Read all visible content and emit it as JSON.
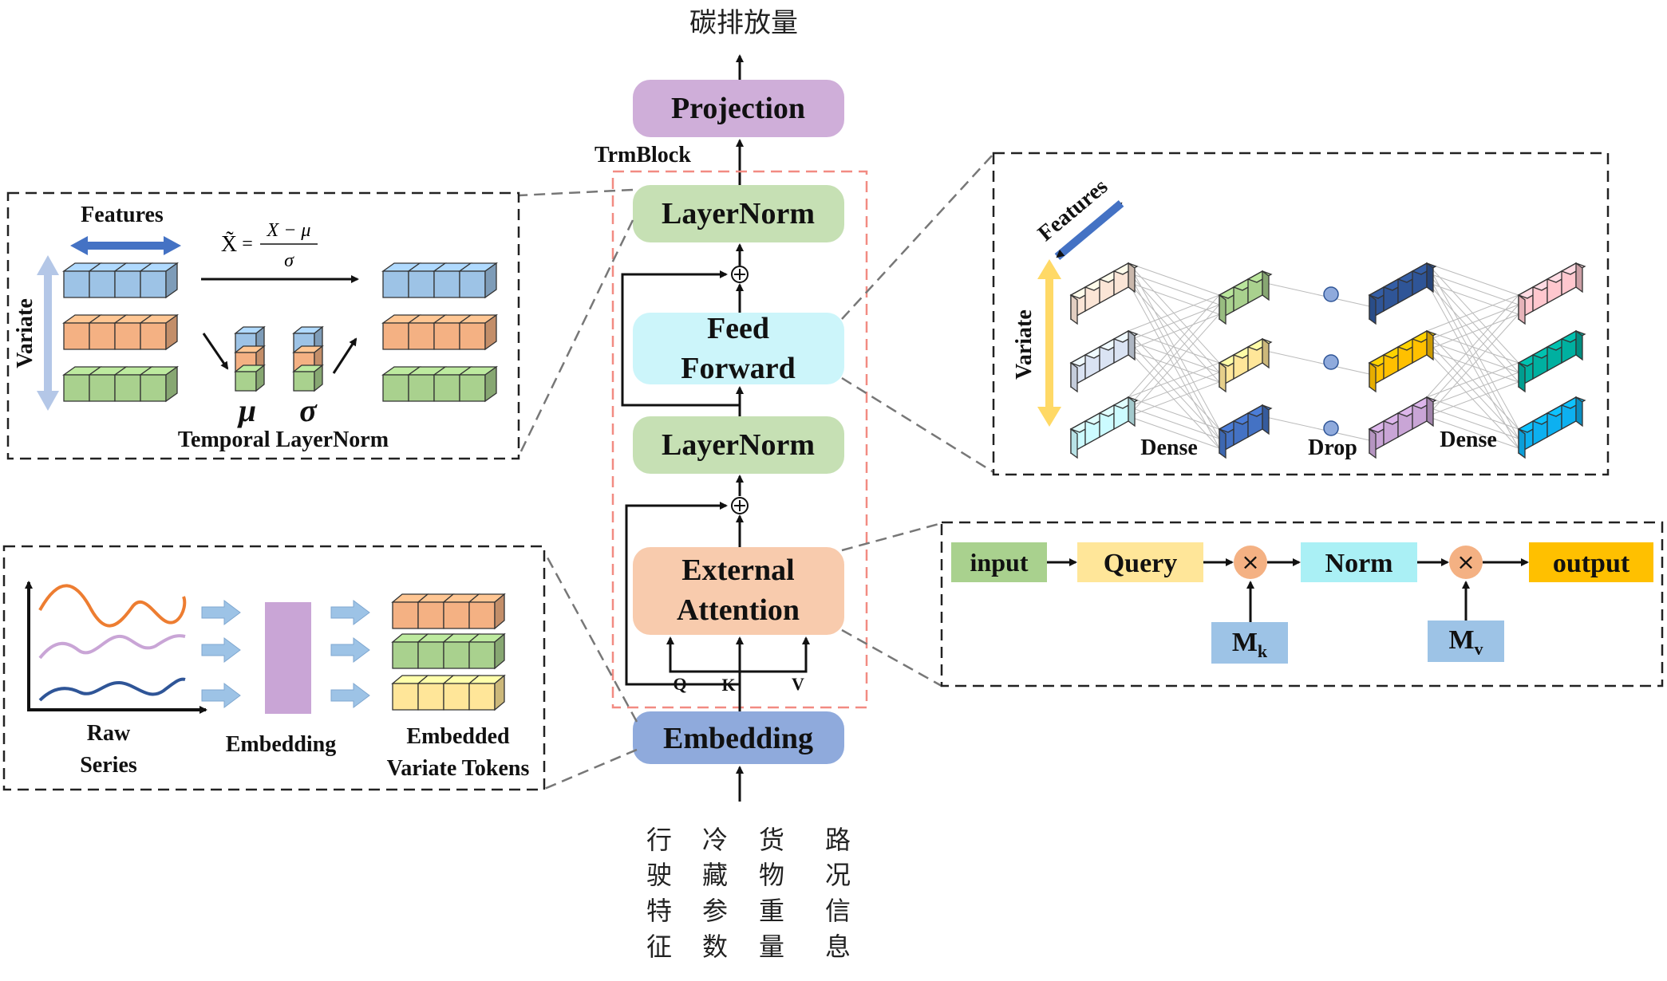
{
  "main": {
    "output_label": "碳排放量",
    "trm_block_label": "TrmBlock",
    "projection": "Projection",
    "layernorm_top": "LayerNorm",
    "feed_forward_line1": "Feed",
    "feed_forward_line2": "Forward",
    "layernorm_bottom": "LayerNorm",
    "external_attention_line1": "External",
    "external_attention_line2": "Attention",
    "qkv": [
      "Q",
      "K",
      "V"
    ],
    "embedding": "Embedding",
    "inputs": [
      [
        "行",
        "驶",
        "特",
        "征"
      ],
      [
        "冷",
        "藏",
        "参",
        "数"
      ],
      [
        "货",
        "物",
        "重",
        "量"
      ],
      [
        "路",
        "况",
        "信",
        "息"
      ]
    ]
  },
  "temporal_layernorm_panel": {
    "features_label": "Features",
    "variate_label": "Variate",
    "formula_lhs": "X̃",
    "formula_eq": "=",
    "formula_num": "X − μ",
    "formula_den": "σ",
    "mu": "μ",
    "sigma": "σ",
    "caption": "Temporal LayerNorm"
  },
  "feed_forward_panel": {
    "features_label": "Features",
    "variate_label": "Variate",
    "dense_left": "Dense",
    "drop": "Drop",
    "dense_right": "Dense"
  },
  "embedding_panel": {
    "raw_series_line1": "Raw",
    "raw_series_line2": "Series",
    "embedding": "Embedding",
    "tokens_line1": "Embedded",
    "tokens_line2": "Variate Tokens"
  },
  "attention_panel": {
    "input": "input",
    "query": "Query",
    "multiply": "×",
    "norm": "Norm",
    "output": "output",
    "mk": "M",
    "mk_sub": "k",
    "mv": "M",
    "mv_sub": "v"
  },
  "colors": {
    "projection": "#cfaed9",
    "layernorm": "#c6e0b4",
    "feed_forward": "#ccf5fa",
    "external_attention": "#f8cbad",
    "embedding": "#8faadc",
    "block_border": "#f28b82",
    "blue": "#9dc3e6",
    "orange": "#f4b183",
    "green": "#a9d18e",
    "yellow": "#ffe699",
    "purple": "#c9a5d6",
    "gold": "#ffc000"
  }
}
